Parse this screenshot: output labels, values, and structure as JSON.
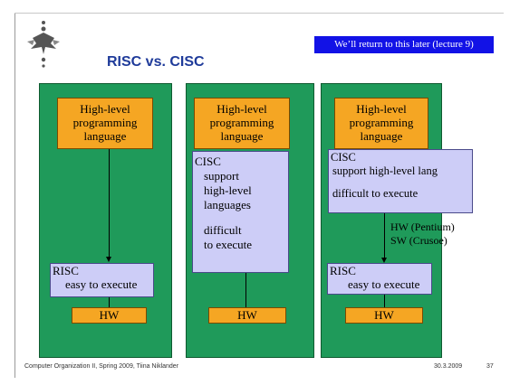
{
  "title": "RISC vs. CISC",
  "note": "We’ll return to this later  (lecture 9)",
  "panel1": {
    "hl": [
      "High-level",
      "programming",
      "language"
    ],
    "risc": [
      "RISC",
      "easy to execute"
    ],
    "hw": "HW"
  },
  "panel2": {
    "hl": [
      "High-level",
      "programming",
      "language"
    ],
    "cisc": [
      "CISC",
      "support",
      "high-level",
      "languages",
      "",
      "difficult",
      "to execute"
    ],
    "hw": "HW"
  },
  "panel3": {
    "hl": [
      "High-level",
      "programming",
      "language"
    ],
    "cisc": [
      "CISC",
      "support  high-level  lang",
      "",
      "difficult to execute"
    ],
    "translate": [
      "HW (Pentium)",
      "SW (Crusoe)"
    ],
    "risc": [
      "RISC",
      "easy to execute"
    ],
    "hw": "HW"
  },
  "footer": {
    "course": "Computer Organization II,  Spring 2009, Tiina Niklander",
    "date": "30.3.2009",
    "page": "37"
  },
  "colors": {
    "panel": "#1f9a5a",
    "orange": "#f5a623",
    "lavender": "#cdcdf7",
    "note_bg": "#1212e6",
    "title": "#1f3b9a"
  }
}
